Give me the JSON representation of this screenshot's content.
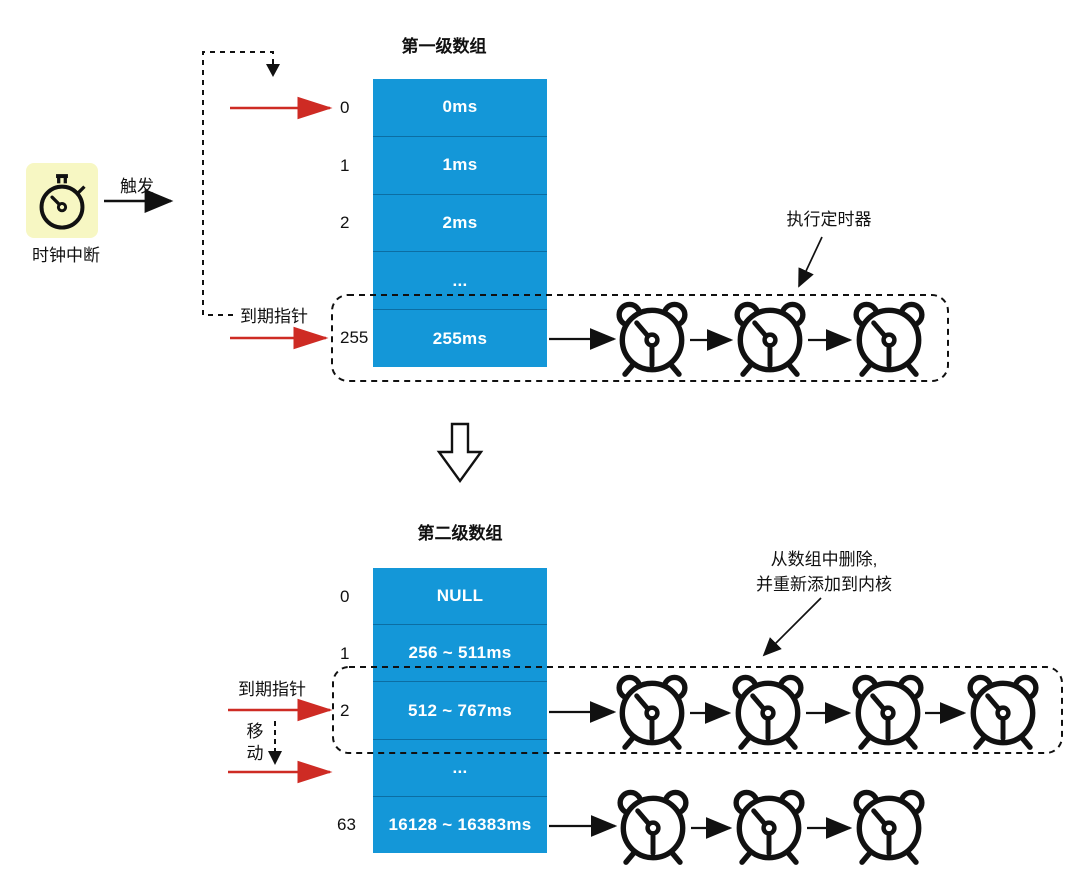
{
  "colors": {
    "array_blue": "#1497D8",
    "cell_text": "#FFFFFF",
    "pointer_red": "#CE2B24",
    "stroke_black": "#111111",
    "stopwatch_bg": "#F7F7C3"
  },
  "top_section": {
    "title": "第一级数组",
    "clock_interrupt_label": "时钟中断",
    "trigger_label": "触发",
    "expiry_pointer_label": "到期指针",
    "execute_timer_label": "执行定时器",
    "rows": [
      {
        "index": "0",
        "value": "0ms"
      },
      {
        "index": "1",
        "value": "1ms"
      },
      {
        "index": "2",
        "value": "2ms"
      },
      {
        "index": "",
        "value": "..."
      },
      {
        "index": "255",
        "value": "255ms"
      }
    ],
    "timer_count": 3
  },
  "bottom_section": {
    "title": "第二级数组",
    "expiry_pointer_label": "到期指针",
    "move_label": "移动",
    "remove_label_lines": [
      "从数组中删除,",
      "并重新添加到内核"
    ],
    "rows": [
      {
        "index": "0",
        "value": "NULL"
      },
      {
        "index": "1",
        "value": "256 ~ 511ms"
      },
      {
        "index": "2",
        "value": "512 ~ 767ms"
      },
      {
        "index": "",
        "value": "..."
      },
      {
        "index": "63",
        "value": "16128 ~ 16383ms"
      }
    ],
    "timer_count_row_2": 4,
    "timer_count_row_63": 3
  }
}
